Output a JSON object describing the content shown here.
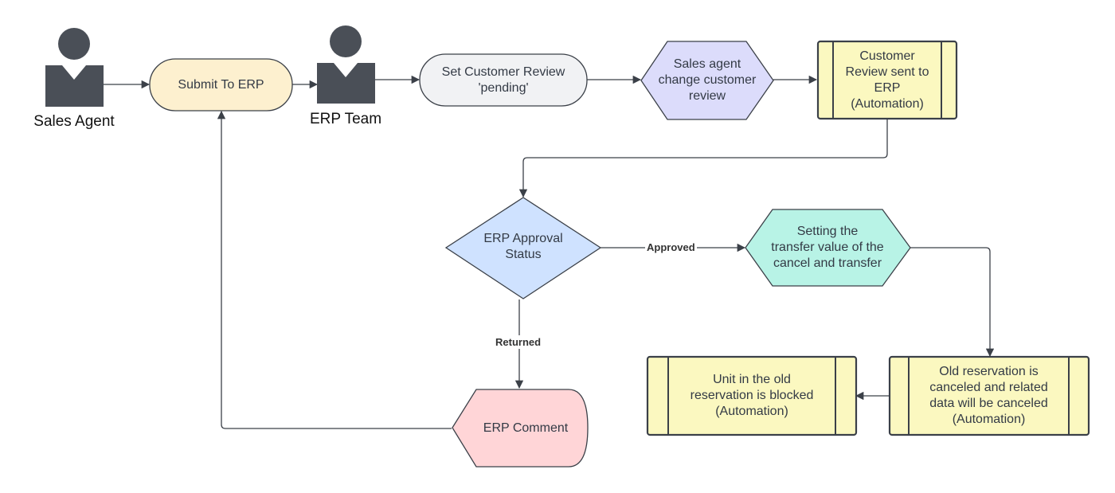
{
  "actors": {
    "sales_agent": "Sales Agent",
    "erp_team": "ERP Team"
  },
  "nodes": {
    "submit_to_erp": "Submit To ERP",
    "set_customer_review": "Set Customer Review\n'pending'",
    "sales_agent_change": "Sales agent\nchange customer\nreview",
    "customer_review_sent": "Customer\nReview sent to\nERP\n(Automation)",
    "erp_approval_status": "ERP Approval\nStatus",
    "setting_transfer_value": "Setting the\ntransfer value of the\ncancel and transfer",
    "old_reservation_canceled": "Old reservation is\ncanceled  and related\ndata will be canceled\n(Automation)",
    "unit_blocked": "Unit in the old\nreservation is blocked\n(Automation)",
    "erp_comment": "ERP Comment"
  },
  "edge_labels": {
    "approved": "Approved",
    "returned": "Returned"
  },
  "colors": {
    "actor_fill": "#4a4f57",
    "terminal_fill": "#fdf0cf",
    "process_fill": "#f1f2f4",
    "decision_blue_fill": "#cfe2ff",
    "hexagon_purple_fill": "#dcdcfb",
    "hexagon_teal_fill": "#b8f3e6",
    "automation_fill": "#fbf8c0",
    "comment_fill": "#ffd5d7",
    "stroke": "#3b4048",
    "connector": "#3b4048"
  }
}
